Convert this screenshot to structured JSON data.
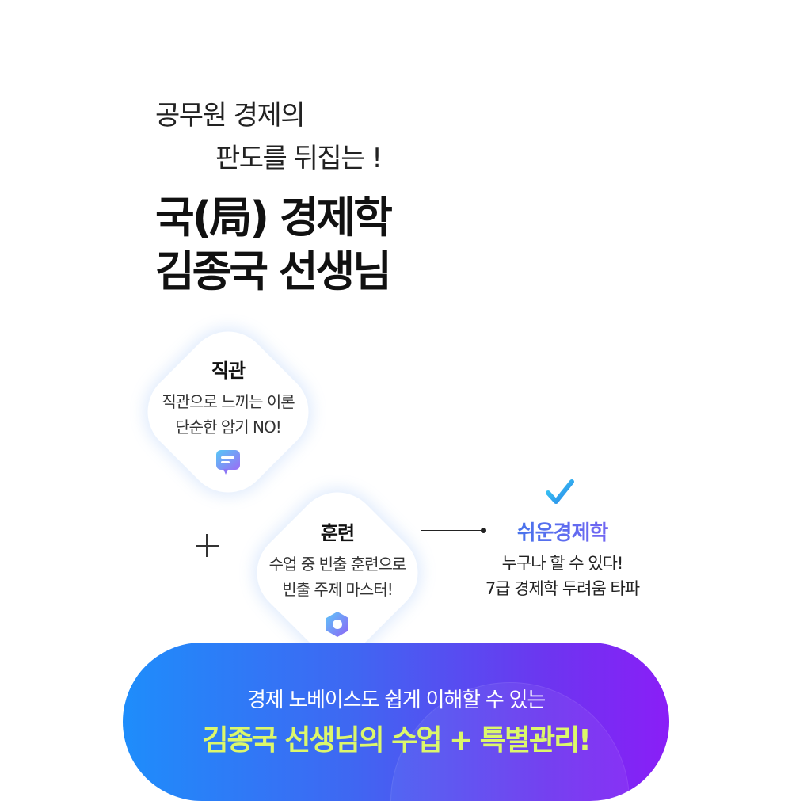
{
  "intro": {
    "line1": "공무원 경제의",
    "line2": "판도를 뒤집는 !"
  },
  "headline": {
    "line1": "국(局) 경제학",
    "line2": "김종국 선생님"
  },
  "cards": [
    {
      "title": "직관",
      "line1": "직관으로 느끼는 이론",
      "line2": "단순한 암기 NO!",
      "icon": "message-icon"
    },
    {
      "title": "훈련",
      "line1": "수업 중 빈출 훈련으로",
      "line2": "빈출 주제 마스터!",
      "icon": "hexagon-icon"
    }
  ],
  "result": {
    "icon": "checkmark-icon",
    "title": "쉬운경제학",
    "line1": "누구나 할 수 있다!",
    "line2": "7급 경제학 두려움 타파"
  },
  "banner": {
    "top": "경제 노베이스도 쉽게 이해할 수 있는",
    "main": "김종국 선생님의 수업 + 특별관리!"
  },
  "colors": {
    "banner_start": "#1e8dfb",
    "banner_end": "#8a1ef7",
    "highlight": "#dcf76b",
    "accent_blue": "#2f7de8",
    "accent_purple": "#8b5cf6"
  }
}
